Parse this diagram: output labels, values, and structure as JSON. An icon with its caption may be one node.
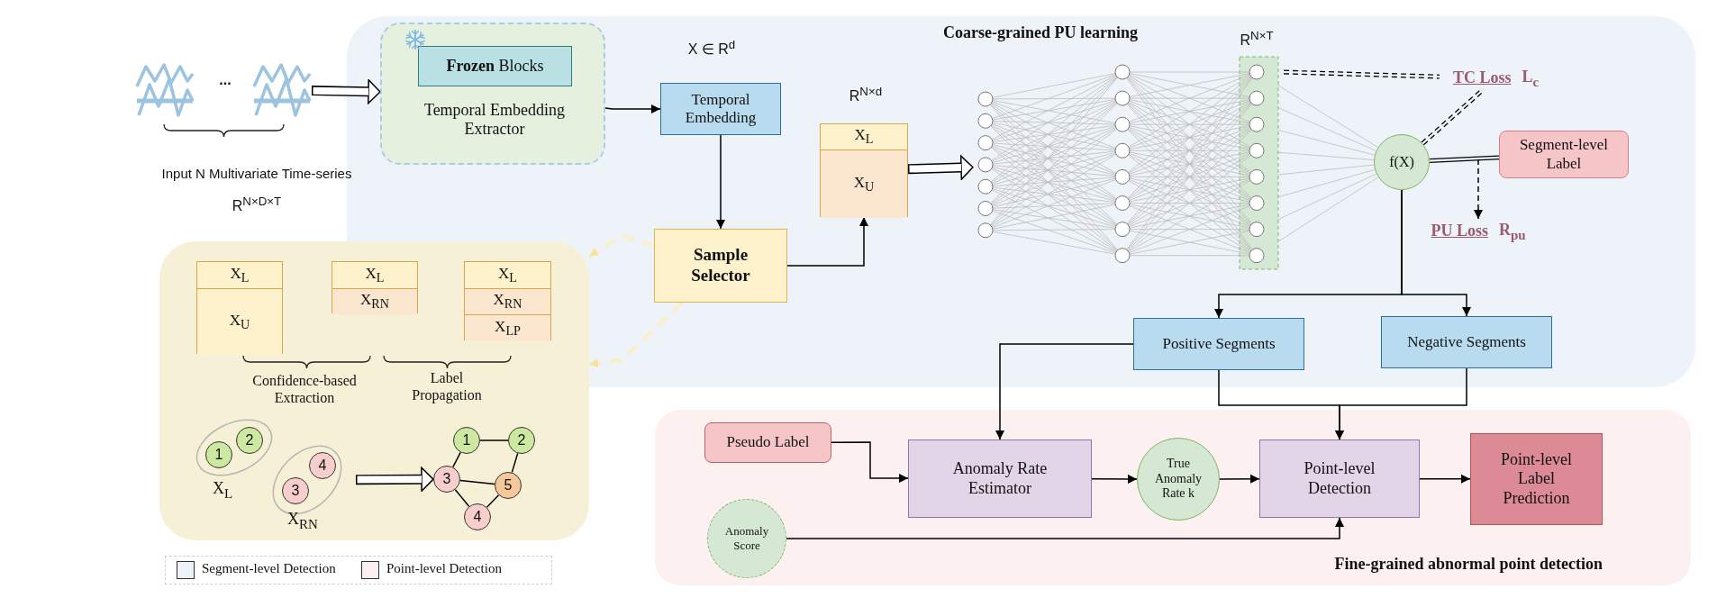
{
  "diagram": {
    "nodes": [
      {
        "text": [
          "..."
        ],
        "beside": [
          "Input N Multivariate Time-series",
          "R$^{N×D×T}$"
        ]
      },
      {
        "text": [
          "Coarse-grained PU learning"
        ]
      },
      {
        "text": [
          "Temporal Embedding Extractor"
        ],
        "in": 1
      },
      {
        "text": [
          "**Frozen** Blocks"
        ],
        "in": 2
      },
      {
        "text": [
          "Temporal Embedding"
        ],
        "in": 1,
        "beside": [
          "X ∈ R$^{d}$"
        ]
      },
      {
        "text": [
          "Sample Selector"
        ],
        "in": 1
      },
      {
        "text": [
          "X$_{L}$",
          "X$_{U}$"
        ],
        "in": 1,
        "beside": [
          "R$^{N×d}$"
        ]
      },
      {
        "text": [],
        "shape": "picture",
        "in": 1,
        "beside": [
          "R$^{N×T}$"
        ]
      },
      {
        "text": [
          "TC Loss",
          "L$_{c}$"
        ],
        "in": 1
      },
      {
        "text": [
          "f(X)"
        ],
        "in": 1
      },
      {
        "text": [
          "Segment-level Label"
        ],
        "in": 1
      },
      {
        "text": [
          "PU Loss",
          "R$_{pu}$"
        ],
        "in": 1
      },
      {
        "text": [
          "Positive Segments"
        ],
        "in": 1
      },
      {
        "text": [
          "Negative Segments"
        ],
        "in": 1
      },
      {
        "text": [
          "Fine-grained abnormal point detection"
        ]
      },
      {
        "text": [
          "Pseudo Label"
        ],
        "in": 14
      },
      {
        "text": [
          "Anomaly Rate Estimator"
        ],
        "in": 14
      },
      {
        "text": [
          "True Anomaly Rate k"
        ],
        "in": 14
      },
      {
        "text": [
          "Point-level Detection"
        ],
        "in": 14
      },
      {
        "text": [
          "Point-level Label Prediction"
        ],
        "in": 14
      },
      {
        "text": [
          "Anomaly Score"
        ],
        "in": 14
      },
      {
        "text": [],
        "shape": "box"
      },
      {
        "text": [
          "X$_{L}$",
          "X$_{U}$"
        ],
        "in": 21
      },
      {
        "text": [
          "X$_{L}$",
          "X$_{RN}$"
        ],
        "in": 21
      },
      {
        "text": [
          "X$_{L}$",
          "X$_{RN}$",
          "X$_{LP}$"
        ]
      },
      {
        "text": [],
        "shape": "ellipse",
        "in": 21,
        "beside": [
          "X$_{L}$"
        ]
      },
      {
        "text": [
          "1"
        ],
        "in": 25
      },
      {
        "text": [
          "2"
        ],
        "in": 25
      },
      {
        "text": [],
        "shape": "ellipse",
        "in": 21,
        "beside": [
          "X$_{RN}$"
        ]
      },
      {
        "text": [
          "3"
        ],
        "in": 28
      },
      {
        "text": [
          "4"
        ],
        "in": 28
      },
      {
        "text": [
          "1"
        ],
        "in": 21
      },
      {
        "text": [
          "2"
        ],
        "in": 21
      },
      {
        "text": [
          "3"
        ],
        "in": 21
      },
      {
        "text": [
          "5"
        ],
        "in": 21
      },
      {
        "text": [
          "4"
        ],
        "in": 21
      }
    ],
    "edges": [
      {
        "from": 0,
        "to": 2,
        "arrow": "to",
        "style": "thick"
      },
      {
        "from": 2,
        "to": 4,
        "arrow": "to"
      },
      {
        "from": 4,
        "to": 5,
        "arrow": "to"
      },
      {
        "from": 5,
        "to": 6,
        "arrow": "to"
      },
      {
        "from": 6,
        "to": 7,
        "arrow": "to",
        "style": "thick"
      },
      {
        "from": 7,
        "to": 8,
        "arrow": "none",
        "style": "dashed"
      },
      {
        "from": 9,
        "to": 8,
        "arrow": "none",
        "style": "dashed"
      },
      {
        "from": 9,
        "to": 10,
        "arrow": "none"
      },
      {
        "from": null,
        "to": 11,
        "arrow": "to",
        "style": "dashed"
      },
      {
        "from": 9,
        "to": 12,
        "arrow": "to"
      },
      {
        "from": 9,
        "to": 13,
        "arrow": "to"
      },
      {
        "from": 12,
        "to": 16,
        "arrow": "to"
      },
      {
        "from": 12,
        "to": 18,
        "arrow": "to"
      },
      {
        "from": 13,
        "to": 18,
        "arrow": "to"
      },
      {
        "from": 15,
        "to": 16,
        "arrow": "to"
      },
      {
        "from": 16,
        "to": 17,
        "arrow": "to"
      },
      {
        "from": 17,
        "to": 18,
        "arrow": "to"
      },
      {
        "from": 18,
        "to": 19,
        "arrow": "to"
      },
      {
        "from": 20,
        "to": 18,
        "arrow": "to"
      },
      {
        "from": 5,
        "to": 21,
        "arrow": "to",
        "style": "dashed",
        "color": "#fbefc9"
      },
      {
        "from": 5,
        "to": 21,
        "arrow": "to",
        "style": "dashed",
        "color": "#fbefc9"
      },
      {
        "from": 28,
        "to": 33,
        "arrow": "to",
        "style": "thick"
      },
      {
        "from": 31,
        "to": 32,
        "arrow": "none"
      },
      {
        "from": 31,
        "to": 33,
        "arrow": "none"
      },
      {
        "from": 33,
        "to": 34,
        "arrow": "none"
      },
      {
        "from": 32,
        "to": 34,
        "arrow": "none"
      },
      {
        "from": 33,
        "to": 35,
        "arrow": "none"
      },
      {
        "from": 35,
        "to": 34,
        "arrow": "none"
      }
    ],
    "labels": [
      "Confidence-based Extraction",
      "Label Propagation"
    ],
    "legend": [
      {
        "text": "Segment-level Detection",
        "color": "#eef3fa"
      },
      {
        "text": "Point-level Detection",
        "color": "#fcf1f0"
      }
    ]
  }
}
